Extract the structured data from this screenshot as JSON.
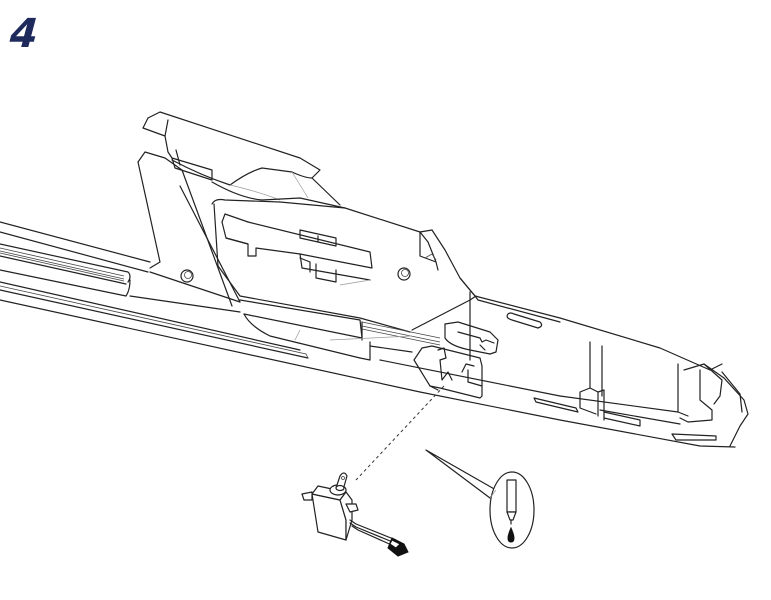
{
  "page": {
    "step_number": "4",
    "step_color": "#1f2a5c"
  },
  "diagram": {
    "type": "assembly-illustration",
    "parts": [
      {
        "name": "fuselage-half",
        "description": "Foam fuselage half shell, interior view with servo bay"
      },
      {
        "name": "servo",
        "description": "Micro servo with horn and lead wire connector"
      },
      {
        "name": "glue-callout",
        "description": "Callout bubble showing glue bottle applying a drop"
      }
    ],
    "connectors": [
      {
        "name": "servo-placement-guide",
        "style": "dashed",
        "from": "servo",
        "to": "servo-bay"
      },
      {
        "name": "glue-pointer",
        "style": "leader",
        "from": "glue-callout",
        "to": "servo-bay-area"
      }
    ],
    "line_color": "#222222",
    "background": "#ffffff"
  }
}
